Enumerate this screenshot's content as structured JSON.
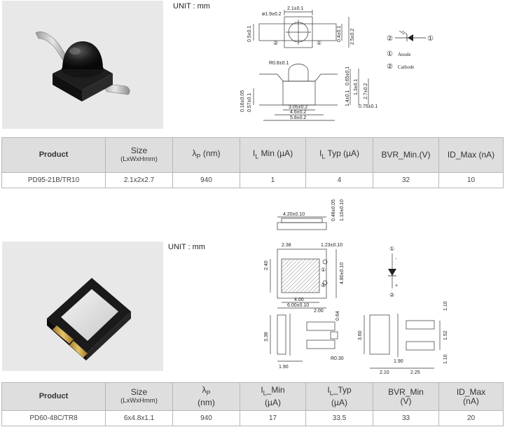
{
  "product1": {
    "unit_label": "UNIT : mm",
    "drawing": {
      "top_dims": [
        "2.1±0.1",
        "ø1.9±0.2",
        "0.5±0.1",
        "0.4±0.1",
        "2.5±0.2"
      ],
      "side_dims": [
        "R0.8±0.1",
        "0.65±0.1",
        "1.3±0.1",
        "2.7±0.2",
        "1.4±0.1",
        "0.75±0.1",
        "0.16±0.05",
        "0.57±0.1",
        "3.05±0.2",
        "4.6±0.2",
        "5.8±0.2"
      ],
      "pin_markers": [
        "①",
        "②"
      ],
      "legend": {
        "anode": "Anode",
        "cathode": "Cathode",
        "pin1": "①",
        "pin2": "②"
      }
    },
    "table": {
      "headers": [
        {
          "main": "Product",
          "sub": ""
        },
        {
          "main": "Size",
          "sub": "(LxWxHmm)"
        },
        {
          "main": "λ",
          "sub_script": "P",
          "tail": " (nm)"
        },
        {
          "main": "I",
          "sub_script": "L",
          "tail": " Min (µA)"
        },
        {
          "main": "I",
          "sub_script": "L",
          "tail": " Typ (µA)"
        },
        {
          "main": "BVR_Min.(V)",
          "sub": ""
        },
        {
          "main": "ID_Max (nA)",
          "sub": ""
        }
      ],
      "row": [
        "PD95-21B/TR10",
        "2.1x2x2.7",
        "940",
        "1",
        "4",
        "32",
        "10"
      ]
    }
  },
  "product2": {
    "unit_label": "UNIT : mm",
    "drawing": {
      "side_dims": [
        "4.20±0.10",
        "0.48±0.05",
        "1.10±0.10"
      ],
      "top_dims": [
        "2.38",
        "1.23±0.10",
        "2.40",
        "4.80±0.10",
        "4.00",
        "6.00±0.10"
      ],
      "bottom_dims": [
        "2.00",
        "0.64",
        "3.38",
        "1.90",
        "R0.30",
        "3.60",
        "1.10",
        "1.52",
        "1.90",
        "1.10",
        "2.10",
        "2.25"
      ],
      "pin_markers": [
        "①",
        "②",
        "①",
        "②"
      ],
      "symbol_signs": [
        "-",
        "+"
      ]
    },
    "table": {
      "headers": [
        {
          "main": "Product"
        },
        {
          "main": "Size",
          "sub": "(LxWxHmm)"
        },
        {
          "main": "λ",
          "sub_script": "P",
          "tail": "(nm)"
        },
        {
          "main": "I",
          "sub_script": "L",
          "tail": "_Min",
          "line2": "(µA)"
        },
        {
          "main": "I",
          "sub_script": "L",
          "tail": "_Typ",
          "line2": "(µA)"
        },
        {
          "main": "BVR_Min",
          "line2": "(V)"
        },
        {
          "main": "ID_Max",
          "line2": "(nA)"
        }
      ],
      "row": [
        "PD60-48C/TR8",
        "6x4.8x1.1",
        "940",
        "17",
        "33.5",
        "33",
        "20"
      ]
    }
  }
}
